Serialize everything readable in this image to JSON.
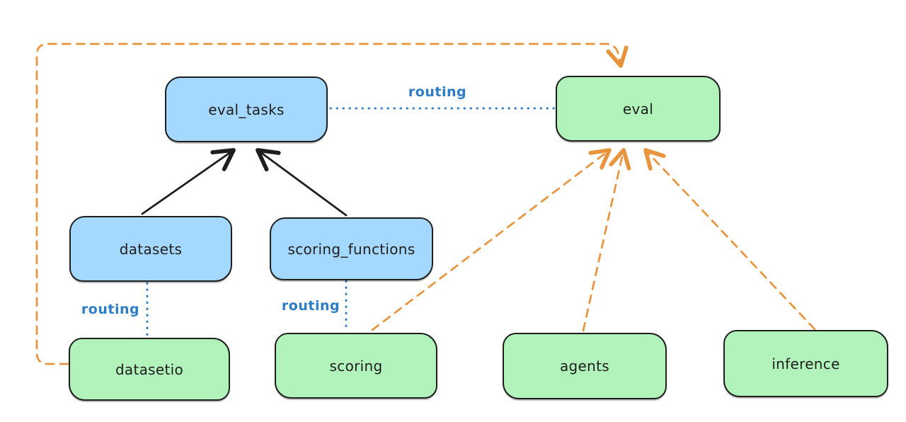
{
  "diagram": {
    "title": "",
    "nodes": {
      "eval_tasks": {
        "label": "eval_tasks",
        "color": "#a5d8ff",
        "kind": "registry"
      },
      "eval": {
        "label": "eval",
        "color": "#b2f2bb",
        "kind": "api"
      },
      "datasets": {
        "label": "datasets",
        "color": "#a5d8ff",
        "kind": "registry"
      },
      "scoring_functions": {
        "label": "scoring_functions",
        "color": "#a5d8ff",
        "kind": "registry"
      },
      "datasetio": {
        "label": "datasetio",
        "color": "#b2f2bb",
        "kind": "api"
      },
      "scoring": {
        "label": "scoring",
        "color": "#b2f2bb",
        "kind": "api"
      },
      "agents": {
        "label": "agents",
        "color": "#b2f2bb",
        "kind": "api"
      },
      "inference": {
        "label": "inference",
        "color": "#b2f2bb",
        "kind": "api"
      }
    },
    "connections": [
      {
        "from": "datasets",
        "to": "eval_tasks",
        "style": "solid-black-arrow",
        "label": ""
      },
      {
        "from": "scoring_functions",
        "to": "eval_tasks",
        "style": "solid-black-arrow",
        "label": ""
      },
      {
        "from": "eval_tasks",
        "to": "eval",
        "style": "dotted-blue",
        "label": "routing"
      },
      {
        "from": "datasets",
        "to": "datasetio",
        "style": "dotted-blue",
        "label": "routing"
      },
      {
        "from": "scoring_functions",
        "to": "scoring",
        "style": "dotted-blue",
        "label": "routing"
      },
      {
        "from": "datasetio",
        "to": "eval",
        "style": "dashed-orange-arrow",
        "label": ""
      },
      {
        "from": "scoring",
        "to": "eval",
        "style": "dashed-orange-arrow",
        "label": ""
      },
      {
        "from": "agents",
        "to": "eval",
        "style": "dashed-orange-arrow",
        "label": ""
      },
      {
        "from": "inference",
        "to": "eval",
        "style": "dashed-orange-arrow",
        "label": ""
      }
    ],
    "colors": {
      "background": "#ffffff",
      "node_stroke": "#1e1e1e",
      "registry_fill_blue": "#a5d8ff",
      "api_fill_green": "#b2f2bb",
      "routing_blue": "#2d7cc6",
      "provider_orange": "#e8943c",
      "solid_arrow_black": "#1e1e1e"
    }
  }
}
